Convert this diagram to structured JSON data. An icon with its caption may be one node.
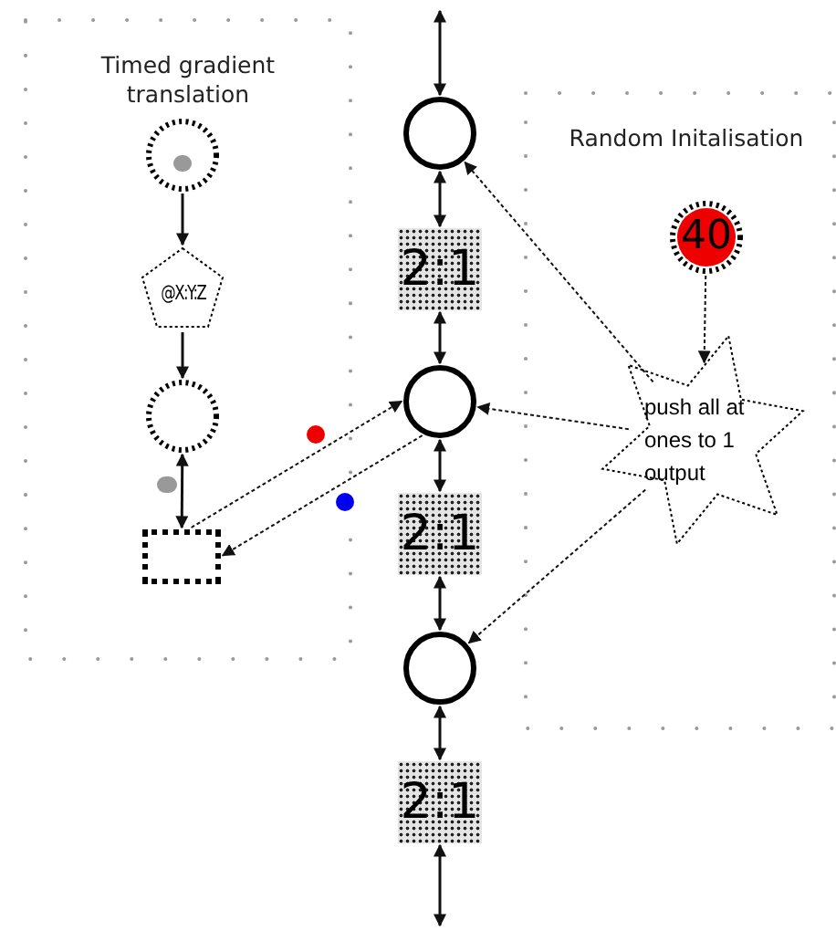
{
  "diagram": {
    "nodes": [
      {
        "text": [
          "Timed gradient translation"
        ]
      },
      {
        "text": [],
        "shape": "circle",
        "in": 0
      },
      {
        "text": [
          "@X:Y:Z"
        ],
        "in": 0
      },
      {
        "text": [],
        "shape": "circle",
        "in": 0
      },
      {
        "text": [],
        "shape": "box",
        "in": 0
      },
      {
        "text": [
          "Random Initalisation"
        ]
      },
      {
        "text": [
          "40"
        ],
        "in": 5
      },
      {
        "text": [
          "push all at ones to 1 output"
        ],
        "in": 5
      },
      {
        "text": [],
        "shape": "circle"
      },
      {
        "text": [
          "2:1"
        ]
      },
      {
        "text": [],
        "shape": "circle"
      },
      {
        "text": [
          "2:1"
        ]
      },
      {
        "text": [],
        "shape": "circle"
      },
      {
        "text": [
          "2:1"
        ]
      }
    ],
    "edges": [
      {
        "from": null,
        "to": 8,
        "arrow": "both"
      },
      {
        "from": 8,
        "to": 9,
        "arrow": "both"
      },
      {
        "from": 9,
        "to": 10,
        "arrow": "both"
      },
      {
        "from": 10,
        "to": 11,
        "arrow": "both"
      },
      {
        "from": 11,
        "to": 12,
        "arrow": "both"
      },
      {
        "from": 12,
        "to": 13,
        "arrow": "both"
      },
      {
        "from": 13,
        "to": null,
        "arrow": "both"
      },
      {
        "from": 1,
        "to": 2,
        "arrow": "to"
      },
      {
        "from": 2,
        "to": 3,
        "arrow": "to"
      },
      {
        "from": 3,
        "to": 4,
        "arrow": "both"
      },
      {
        "from": 10,
        "to": 4,
        "arrow": "to",
        "style": "dashed"
      },
      {
        "from": 4,
        "to": 10,
        "arrow": "to",
        "style": "dashed"
      },
      {
        "from": 6,
        "to": 7,
        "arrow": "to",
        "style": "dashed"
      },
      {
        "from": 7,
        "to": 8,
        "arrow": "to",
        "style": "dashed"
      },
      {
        "from": 7,
        "to": 10,
        "arrow": "to",
        "style": "dashed"
      },
      {
        "from": 7,
        "to": 12,
        "arrow": "to",
        "style": "dashed"
      }
    ]
  }
}
